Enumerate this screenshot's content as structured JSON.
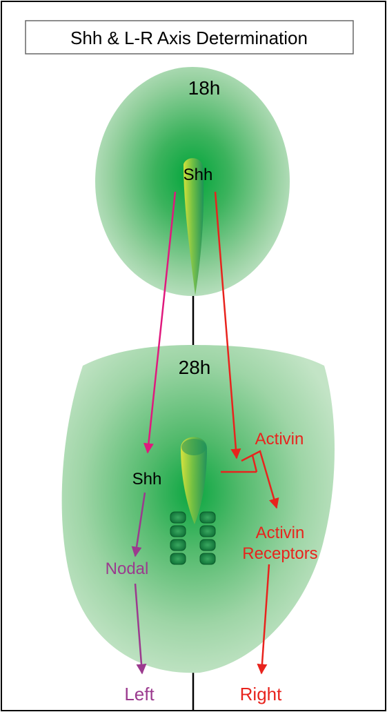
{
  "title": "Shh & L-R Axis Determination",
  "stage_top": {
    "time_label": "18h",
    "signal_label": "Shh"
  },
  "stage_bottom": {
    "time_label": "28h",
    "left_signal_label": "Shh",
    "right_inhibitor_label": "Activin",
    "right_receptor_label_line1": "Activin",
    "right_receptor_label_line2": "Receptors",
    "left_downstream_label": "Nodal"
  },
  "outcomes": {
    "left_label": "Left",
    "right_label": "Right"
  },
  "colors": {
    "green": "#0d9b3c",
    "magenta": "#e0197d",
    "purple": "#9b3a8e",
    "red": "#e8231d",
    "outline": "#000000"
  }
}
